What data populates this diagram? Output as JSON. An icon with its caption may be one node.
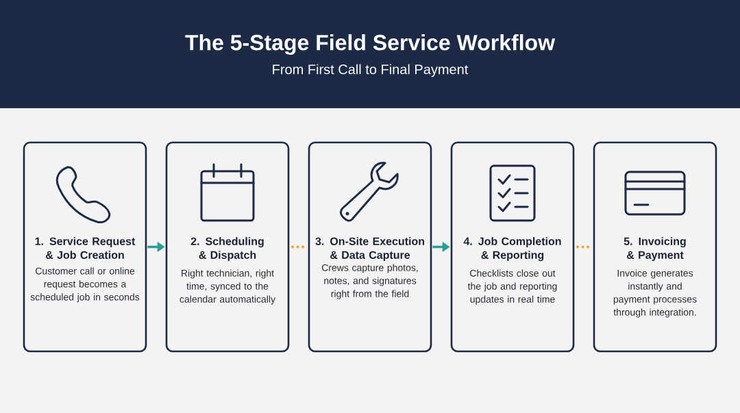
{
  "diagram": {
    "title": "The 5-Stage Field Service Workflow",
    "caption": "From First Call to Final Payment",
    "nodes": [
      {
        "text": [
          "1. Service Request & Job Creation",
          "Customer call or online request becomes a scheduled job in seconds"
        ]
      },
      {
        "text": [
          "2. Scheduling & Dispatch",
          "Right technician, right time, synced to the calendar automatically"
        ]
      },
      {
        "text": [
          "3. On-Site Execution & Data Capture",
          "Crews capture photos, notes, and signatures right from the field"
        ]
      },
      {
        "text": [
          "4. Job Completion & Reporting",
          "Checklists close out the job and reporting updates in real time"
        ]
      },
      {
        "text": [
          "5. Invoicing & Payment",
          "Invoice generates instantly and payment processes through integration."
        ]
      }
    ],
    "edges": [
      {
        "from": 0,
        "to": 1,
        "arrow": "to",
        "color": "#2a9d96"
      },
      {
        "from": 1,
        "to": 2,
        "arrow": "none",
        "style": "dashed",
        "color": "#f0a030"
      },
      {
        "from": 2,
        "to": 3,
        "arrow": "to",
        "color": "#2a9d96"
      },
      {
        "from": 3,
        "to": 4,
        "arrow": "none",
        "style": "dashed",
        "color": "#f0a030"
      }
    ]
  }
}
